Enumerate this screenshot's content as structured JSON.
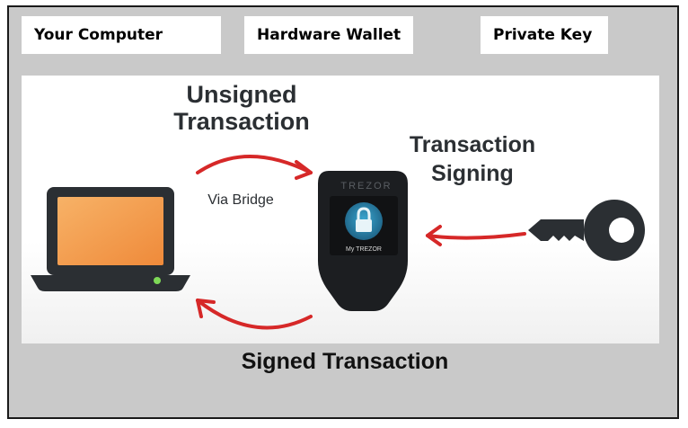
{
  "headers": {
    "computer": "Your Computer",
    "wallet": "Hardware Wallet",
    "key": "Private Key"
  },
  "diagram": {
    "unsigned_line1": "Unsigned",
    "unsigned_line2": "Transaction",
    "via_bridge": "Via Bridge",
    "signing_line1": "Transaction",
    "signing_line2": "Signing",
    "device_brand": "TREZOR",
    "device_screen_label": "My TREZOR",
    "signed": "Signed Transaction"
  },
  "colors": {
    "arrow": "#d62828",
    "laptop_screen": "#f4a259",
    "laptop_body": "#2b2f33",
    "device_body": "#1c1e21",
    "device_screen": "#2a8fb8",
    "key": "#2b2f33",
    "status_led": "#7ed957"
  },
  "icons": [
    "laptop-icon",
    "trezor-device-icon",
    "lock-icon",
    "key-icon"
  ]
}
